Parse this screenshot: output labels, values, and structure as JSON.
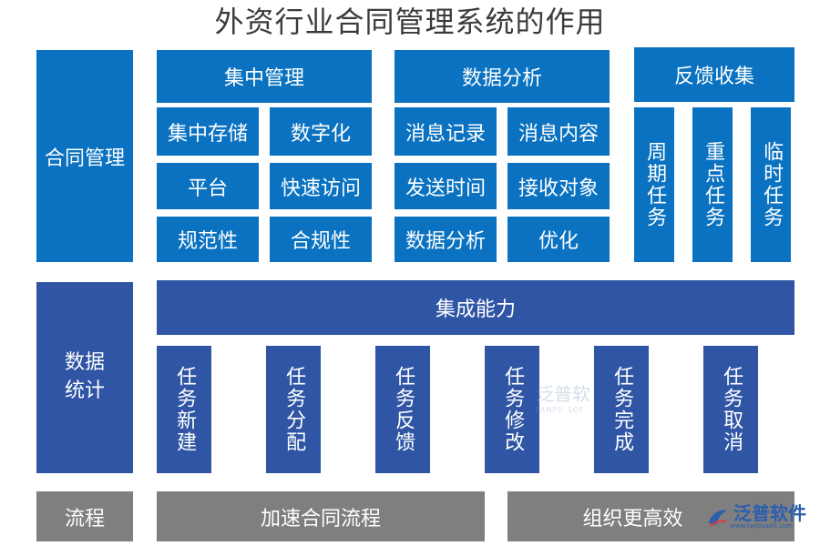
{
  "title": "外资行业合同管理系统的作用",
  "row_labels": {
    "contract_management": "合同管理",
    "data_statistics": "数据统计",
    "process": "流程"
  },
  "centralized": {
    "header": "集中管理",
    "items": [
      "集中存储",
      "数字化",
      "平台",
      "快速访问",
      "规范性",
      "合规性"
    ]
  },
  "analysis": {
    "header": "数据分析",
    "items": [
      "消息记录",
      "消息内容",
      "发送时间",
      "接收对象",
      "数据分析",
      "优化"
    ]
  },
  "feedback": {
    "header": "反馈收集",
    "items": [
      "周期任务",
      "重点任务",
      "临时任务"
    ]
  },
  "integration": {
    "header": "集成能力",
    "items": [
      "任务新建",
      "任务分配",
      "任务反馈",
      "任务修改",
      "任务完成",
      "任务取消"
    ]
  },
  "process_items": [
    "加速合同流程",
    "组织更高效"
  ],
  "watermark": {
    "text": "泛普软",
    "sub": "FANPU SOF"
  },
  "logo": {
    "text": "泛普软件",
    "sub": "www.fanpusoft.com"
  },
  "colors": {
    "blue": "#0a72c0",
    "navy": "#2f55a4",
    "gray": "#7f7f7f"
  }
}
